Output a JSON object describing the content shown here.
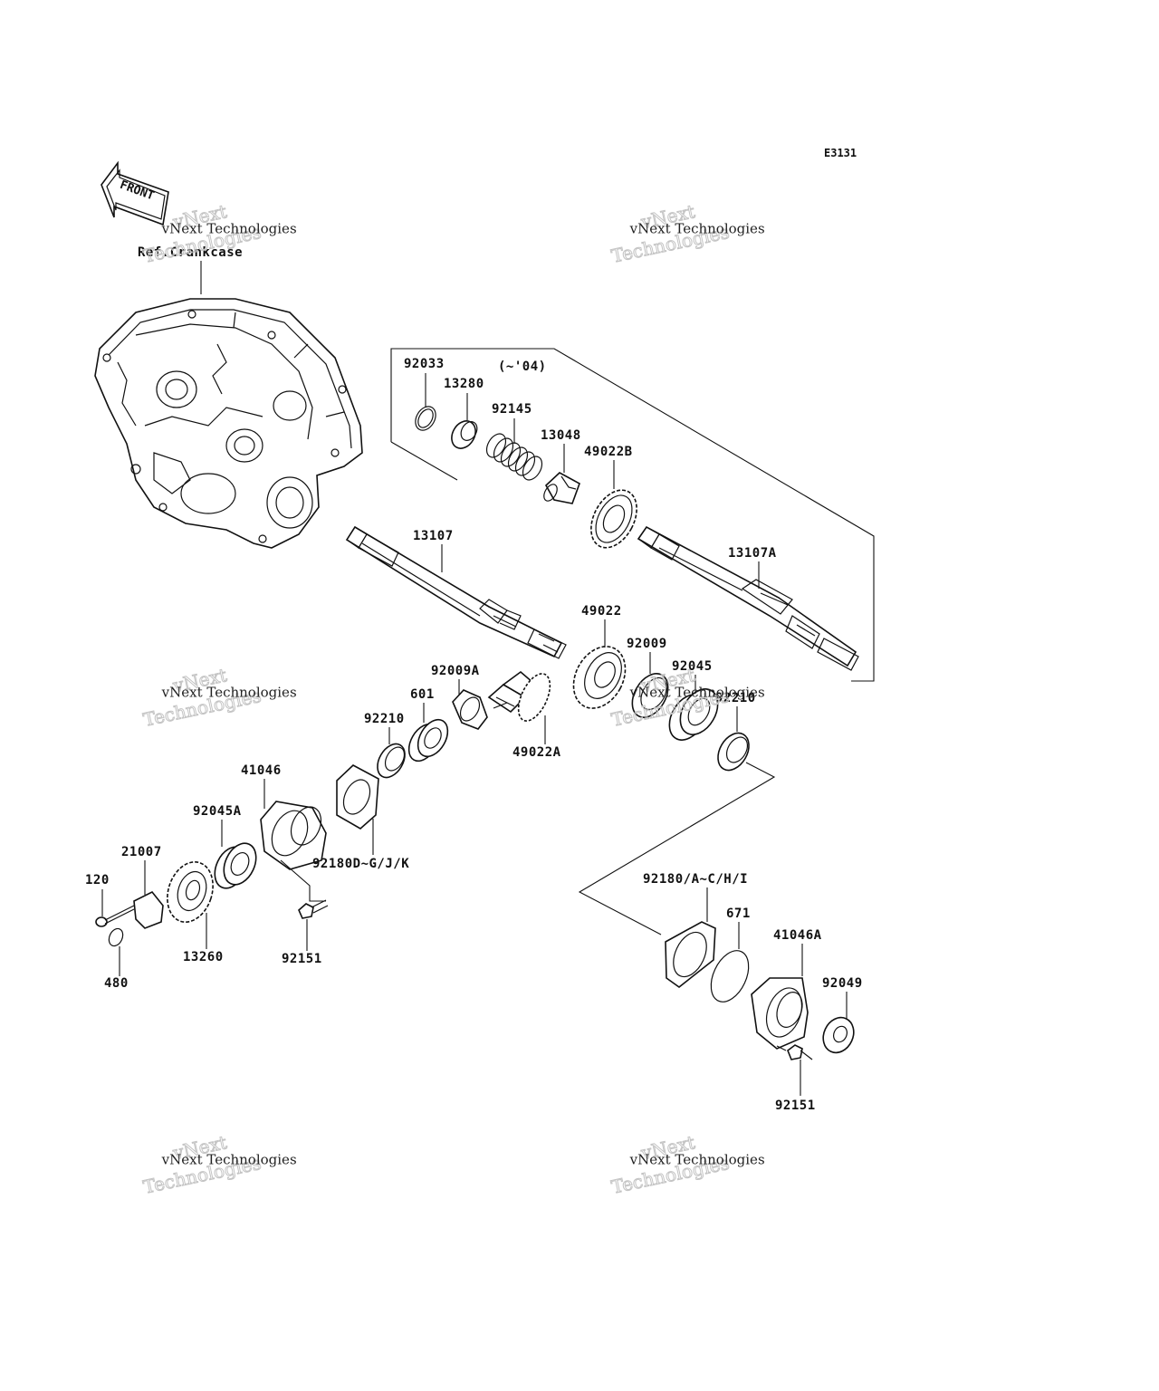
{
  "diagram_code": "E3131",
  "front_arrow_label": "FRONT",
  "ref_label": "Ref.Crankcase",
  "version_note": "(~'04)",
  "watermark": {
    "line1": "vNext Technologies",
    "line2": "vNext",
    "line3": "Technologies"
  },
  "parts": {
    "p92033": "92033",
    "p13280": "13280",
    "p92145": "92145",
    "p13048": "13048",
    "p49022B": "49022B",
    "p13107": "13107",
    "p13107A": "13107A",
    "p49022": "49022",
    "p92009": "92009",
    "p92045": "92045",
    "p92210b": "92210",
    "p92009A": "92009A",
    "p601": "601",
    "p92210": "92210",
    "p49022A": "49022A",
    "p41046": "41046",
    "p92045A": "92045A",
    "p21007": "21007",
    "p120": "120",
    "p92180DGJK": "92180D~G/J/K",
    "p13260": "13260",
    "p92151": "92151",
    "p480": "480",
    "p92180ACHI": "92180/A~C/H/I",
    "p671": "671",
    "p41046A": "41046A",
    "p92049": "92049",
    "p92151b": "92151"
  }
}
